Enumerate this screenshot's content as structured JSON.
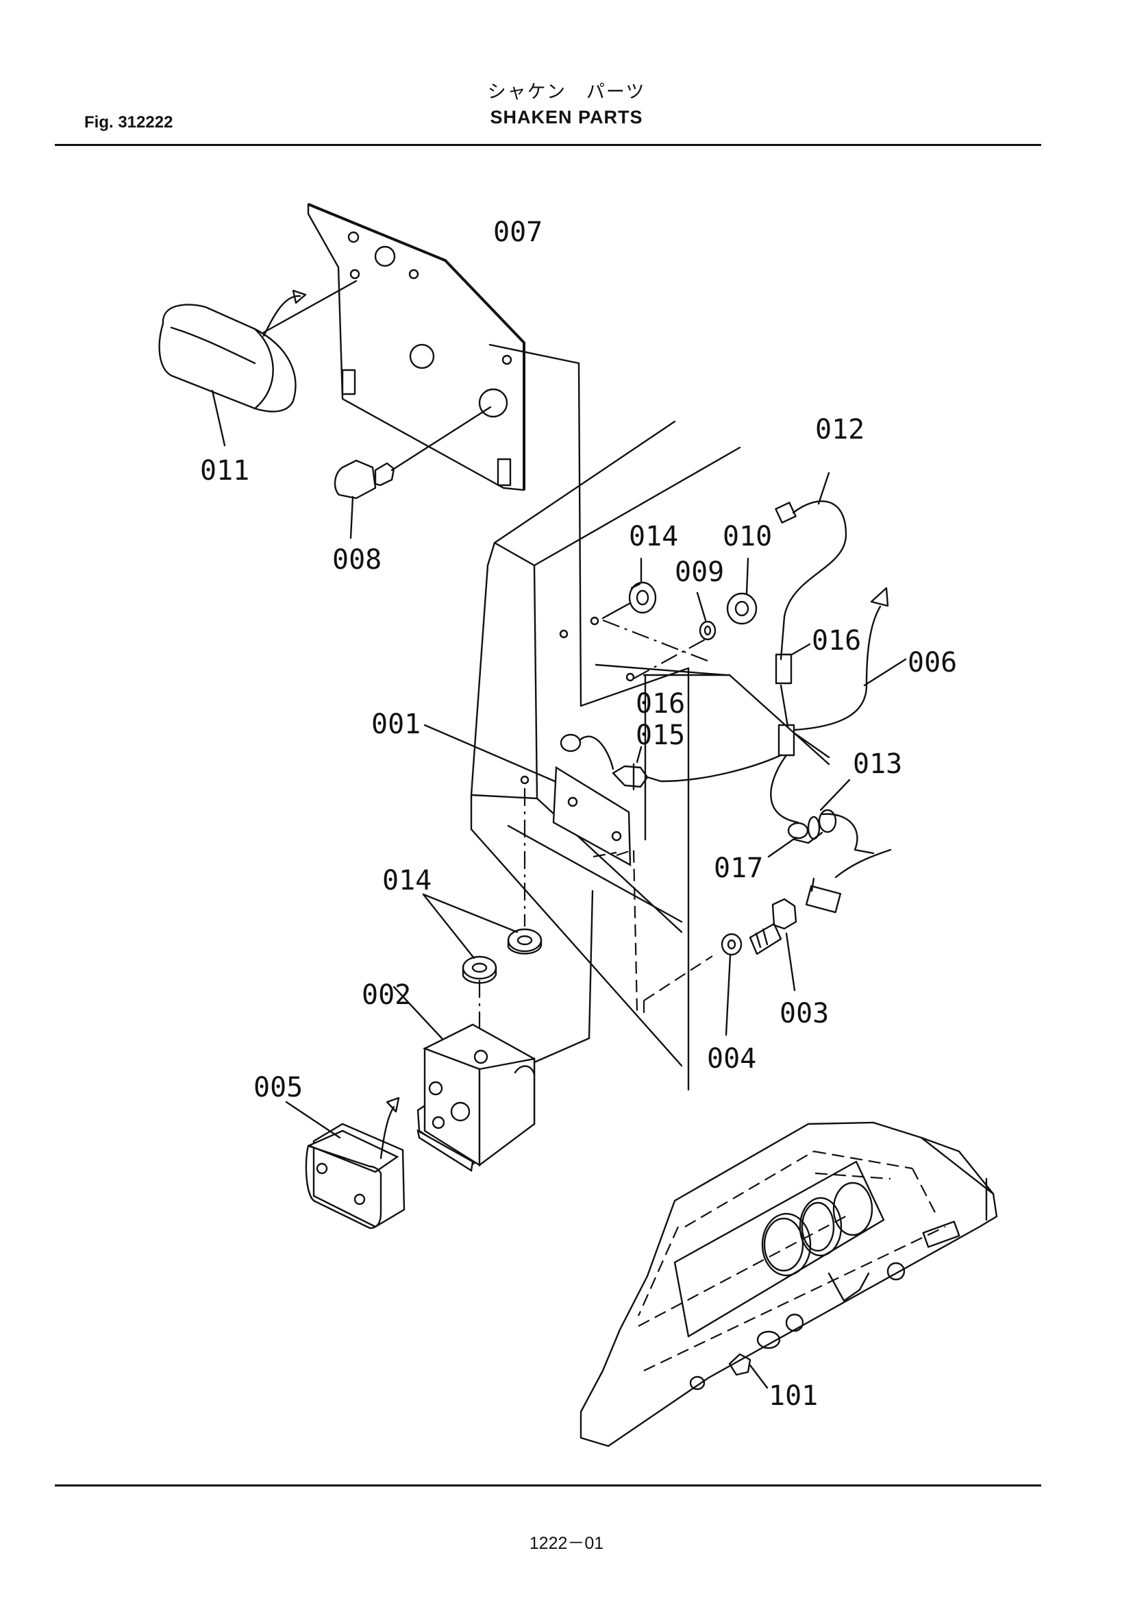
{
  "header": {
    "title_jp": "シャケン　パーツ",
    "title_en": "SHAKEN PARTS",
    "figure": "Fig. 312222"
  },
  "footer": {
    "page_number": "1222－01"
  },
  "part_labels": {
    "p001": "001",
    "p002": "002",
    "p003": "003",
    "p004": "004",
    "p005": "005",
    "p006": "006",
    "p007": "007",
    "p008": "008",
    "p009": "009",
    "p010": "010",
    "p011": "011",
    "p012": "012",
    "p013": "013",
    "p014a": "014",
    "p014b": "014",
    "p015": "015",
    "p016a": "016",
    "p016b": "016",
    "p017": "017",
    "p101": "101"
  }
}
